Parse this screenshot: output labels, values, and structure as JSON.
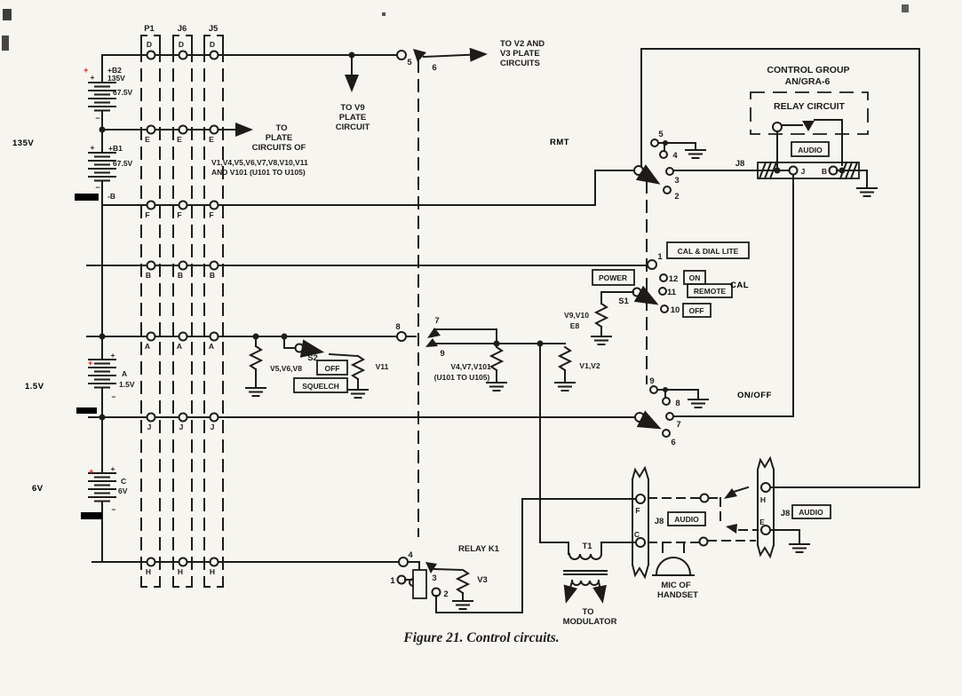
{
  "colors": {
    "paper": "#f7f5f0",
    "ink": "#1d1c1a",
    "annotation_red": "#d92015",
    "annotation_black": "#000000"
  },
  "figure": {
    "caption": "Figure 21.  Control circuits."
  },
  "overlay_annotations": {
    "plus": "+",
    "v135": "135V",
    "v15": "1.5V",
    "v6": "6V",
    "rmt": "RMT",
    "cal": "CAL",
    "onoff": "ON/OFF"
  },
  "connectors": {
    "p1": "P1",
    "j6": "J6",
    "j5": "J5",
    "rowD": "D",
    "rowE": "E",
    "rowF": "F",
    "rowB": "B",
    "rowA": "A",
    "rowJ": "J",
    "rowH": "H"
  },
  "batteries": {
    "b2_name": "+B2",
    "b2_v": "135V",
    "b2_cell": "67.5V",
    "b1_name": "+B1",
    "b1_cell": "67.5V",
    "b_neg": "-B",
    "a_name": "A",
    "a_v": "1.5V",
    "c_name": "C",
    "c_v": "6V",
    "plus": "+",
    "minus": "−"
  },
  "numbers": {
    "n1": "1",
    "n2": "2",
    "n3": "3",
    "n4": "4",
    "n5": "5",
    "n6": "6",
    "n7": "7",
    "n8": "8",
    "n9": "9",
    "n10": "10",
    "n11": "11",
    "n12": "12"
  },
  "destinations": {
    "to_v9_1": "TO V9",
    "to_v9_2": "PLATE",
    "to_v9_3": "CIRCUIT",
    "to_v2_1": "TO V2 AND",
    "to_v2_2": "V3 PLATE",
    "to_v2_3": "CIRCUITS",
    "to_plate_1": "TO",
    "to_plate_2": "PLATE",
    "to_plate_3": "CIRCUITS OF",
    "to_plate_4": "V1,V4,V5,V6,V7,V8,V10,V11",
    "to_plate_5": "AND V101 (U101 TO U105)",
    "to_mod_1": "TO",
    "to_mod_2": "MODULATOR"
  },
  "control_group": {
    "title1": "CONTROL GROUP",
    "title2": "AN/GRA-6",
    "relay_circuit": "RELAY CIRCUIT",
    "audio": "AUDIO",
    "j8": "J8",
    "term_j": "J",
    "term_b": "B"
  },
  "switches": {
    "s1": "S1",
    "s2": "S2",
    "power": "POWER",
    "cal_dial_lite": "CAL & DIAL LITE",
    "on": "ON",
    "remote": "REMOTE",
    "off": "OFF",
    "squelch": "SQUELCH"
  },
  "loads": {
    "v9v10": "V9,V10",
    "e8": "E8",
    "v5v6v8": "V5,V6,V8",
    "v11": "V11",
    "v4v7v101": "V4,V7,V101",
    "u101": "(U101 TO U105)",
    "v1v2": "V1,V2",
    "v3": "V3"
  },
  "bottom": {
    "relay_k1": "RELAY K1",
    "t1": "T1",
    "mic_1": "MIC OF",
    "mic_2": "HANDSET",
    "j8": "J8",
    "audio": "AUDIO",
    "term_f": "F",
    "term_c": "C",
    "term_h": "H",
    "term_e": "E"
  }
}
